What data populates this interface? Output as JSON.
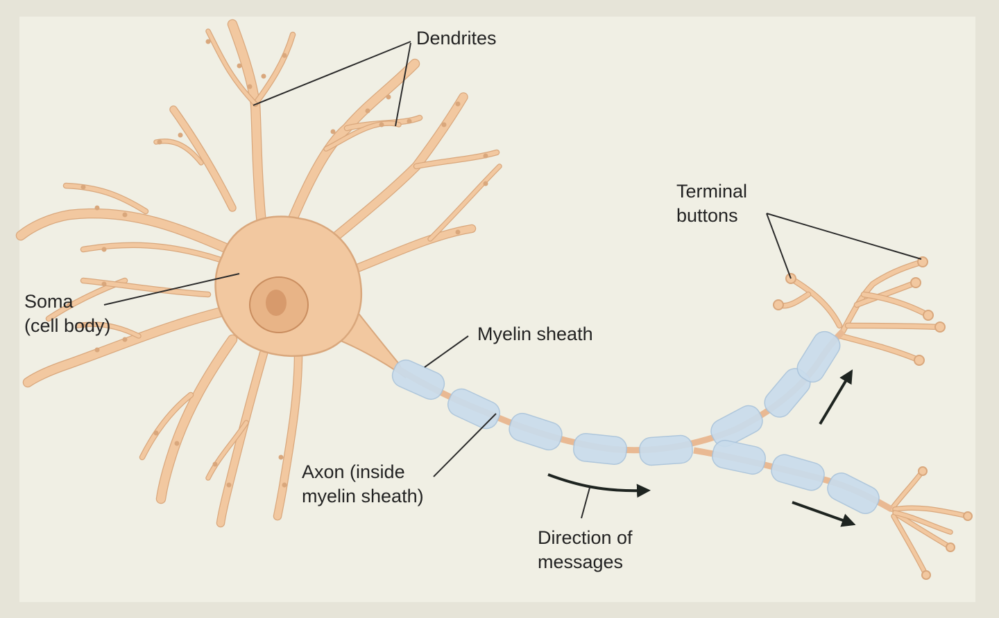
{
  "colors": {
    "page": "#f0efe4",
    "neuron": "#f2c8a0",
    "neuron_edge": "#d9a77c",
    "nucleus": "#e8b487",
    "myelin": "#c9dcec",
    "myelin_edge": "#a9c3db",
    "leader": "#2a2a2a",
    "arrow": "#1e2420"
  },
  "labels": {
    "dendrites": "Dendrites",
    "terminal_buttons": [
      "Terminal",
      "buttons"
    ],
    "soma": [
      "Soma",
      "(cell body)"
    ],
    "myelin_sheath": "Myelin sheath",
    "axon": [
      "Axon (inside",
      "myelin sheath)"
    ],
    "direction": [
      "Direction of",
      "messages"
    ]
  }
}
